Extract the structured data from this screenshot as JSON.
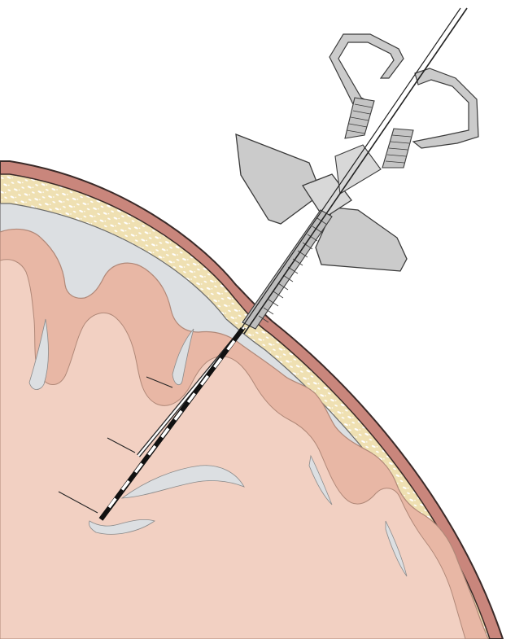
{
  "diagram": {
    "kind": "anatomical illustration",
    "labels": [],
    "components": [
      {
        "name": "scalp",
        "color": "#c9867c"
      },
      {
        "name": "skull",
        "color": "#efe0b2"
      },
      {
        "name": "dura-csf-layer",
        "color": "#dcdfe2"
      },
      {
        "name": "gray-matter-cortex",
        "color": "#e8b7a5"
      },
      {
        "name": "white-matter",
        "color": "#f2d0c2"
      },
      {
        "name": "anchor-bolt",
        "color": "#cbcbcb"
      },
      {
        "name": "depth-electrode",
        "color": "#111111"
      }
    ],
    "electrode": {
      "contact_bands_shown": 10,
      "leader_lines_shown": 3
    }
  }
}
